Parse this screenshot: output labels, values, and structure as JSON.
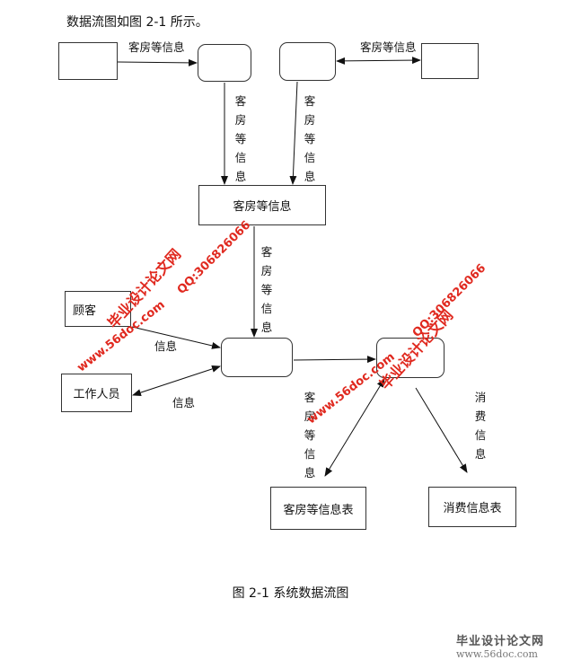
{
  "intro": "数据流图如图 2-1 所示。",
  "caption": "图 2-1   系统数据流图",
  "boxes": {
    "room_table": "客房等信息表",
    "consume_table": "消费信息表",
    "room_info": "客房等信息",
    "customer": "顾客",
    "staff": "工作人员"
  },
  "labels": {
    "top_left": "客房等信息",
    "top_right": "客房等信息",
    "vertical_1": "客房等信息",
    "vertical_2": "客房等信息",
    "vertical_3": "客房等信息",
    "customer_flow": "信息",
    "staff_flow": "信息",
    "vertical_4": "客房等信息",
    "vertical_5": "消费信息"
  },
  "watermarks": {
    "site": "www.56doc.com",
    "brand": "毕业设计论文网",
    "qq": "QQ:306826066"
  },
  "footer": {
    "brand": "毕业设计论文网",
    "url": "www.56doc.com"
  }
}
